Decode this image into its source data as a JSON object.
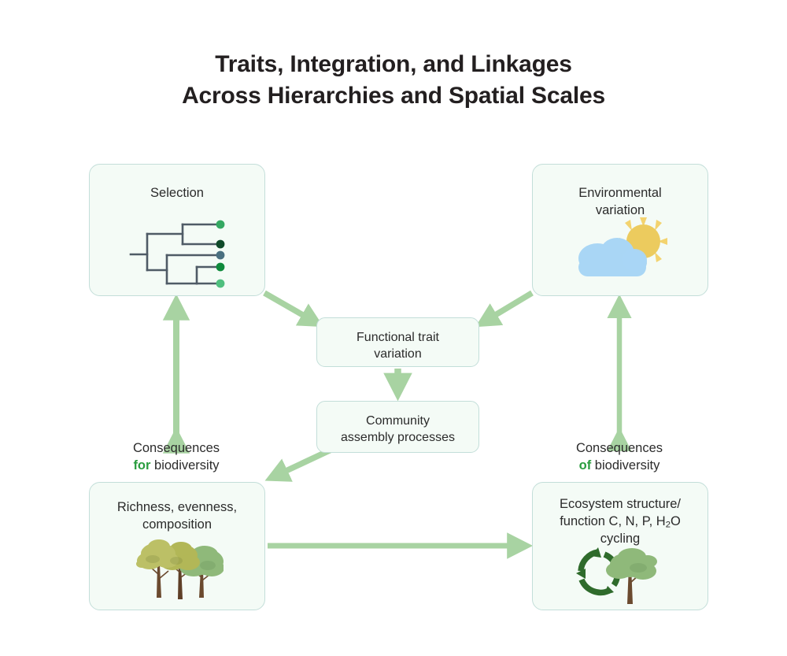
{
  "title": {
    "line1": "Traits, Integration, and Linkages",
    "line2": "Across Hierarchies and Spatial Scales"
  },
  "boxes": {
    "selection": {
      "label": "Selection",
      "icon": "phylogenetic-tree-icon"
    },
    "environment": {
      "label1": "Environmental",
      "label2": "variation",
      "icon": "sun-behind-cloud-icon"
    },
    "functional": {
      "label1": "Functional trait",
      "label2": "variation"
    },
    "community": {
      "label1": "Community",
      "label2": "assembly processes"
    },
    "richness": {
      "label1": "Richness, evenness,",
      "label2": "composition",
      "icon": "three-trees-icon"
    },
    "ecosystem": {
      "label1": "Ecosystem structure/",
      "label2a": "function C, N, P, H",
      "label2sub": "2",
      "label2b": "O",
      "label3": "cycling",
      "icon": "nutrient-cycling-tree-icon"
    }
  },
  "captions": {
    "left": {
      "line1": "Consequences",
      "highlight": "for",
      "rest": " biodiversity"
    },
    "right": {
      "line1": "Consequences",
      "highlight": "of",
      "rest": " biodiversity"
    }
  },
  "colors": {
    "arrow": "#a8d3a2",
    "box_fill": "#f4fbf6",
    "box_border": "#c3ded9",
    "highlight_green": "#2a9d3f",
    "tree_line": "#4f5b66",
    "sun": "#eccb5e",
    "cloud": "#a9d6f5",
    "canopy_olive": "#b9bd60",
    "canopy_sage": "#8fb97a",
    "trunk": "#6b4a2f",
    "recycle": "#2f6b2c"
  },
  "tree_tips": [
    "#34a862",
    "#0f4a2a",
    "#4a7080",
    "#0f8a3c",
    "#4fbf7e"
  ]
}
